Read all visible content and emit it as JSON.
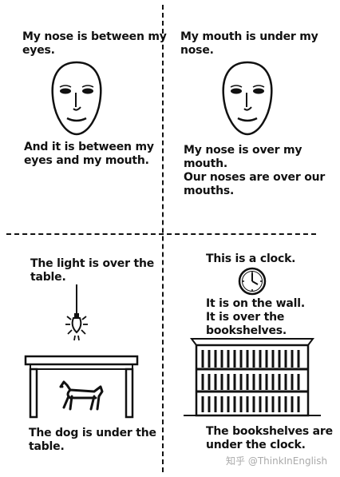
{
  "panels": {
    "top_left": {
      "text1": "My nose is between my\neyes.",
      "text2": "And it is between my\neyes and my mouth."
    },
    "top_right": {
      "text1": "My mouth is under my\nnose.",
      "text2": "My nose is over my\nmouth.\nOur noses are over our\nmouths."
    },
    "bottom_left": {
      "text1": "The light is over the\ntable.",
      "text2": "The dog is under the\ntable."
    },
    "bottom_right": {
      "text1": "This is a clock.",
      "text2": "It is on the wall.\nIt is over the\nbookshelves.",
      "text3": "The bookshelves are\nunder the clock."
    }
  },
  "watermark": "知乎 @ThinkInEnglish",
  "colors": {
    "ink": "#111111",
    "watermark": "#aaaaaa",
    "background": "#ffffff"
  }
}
